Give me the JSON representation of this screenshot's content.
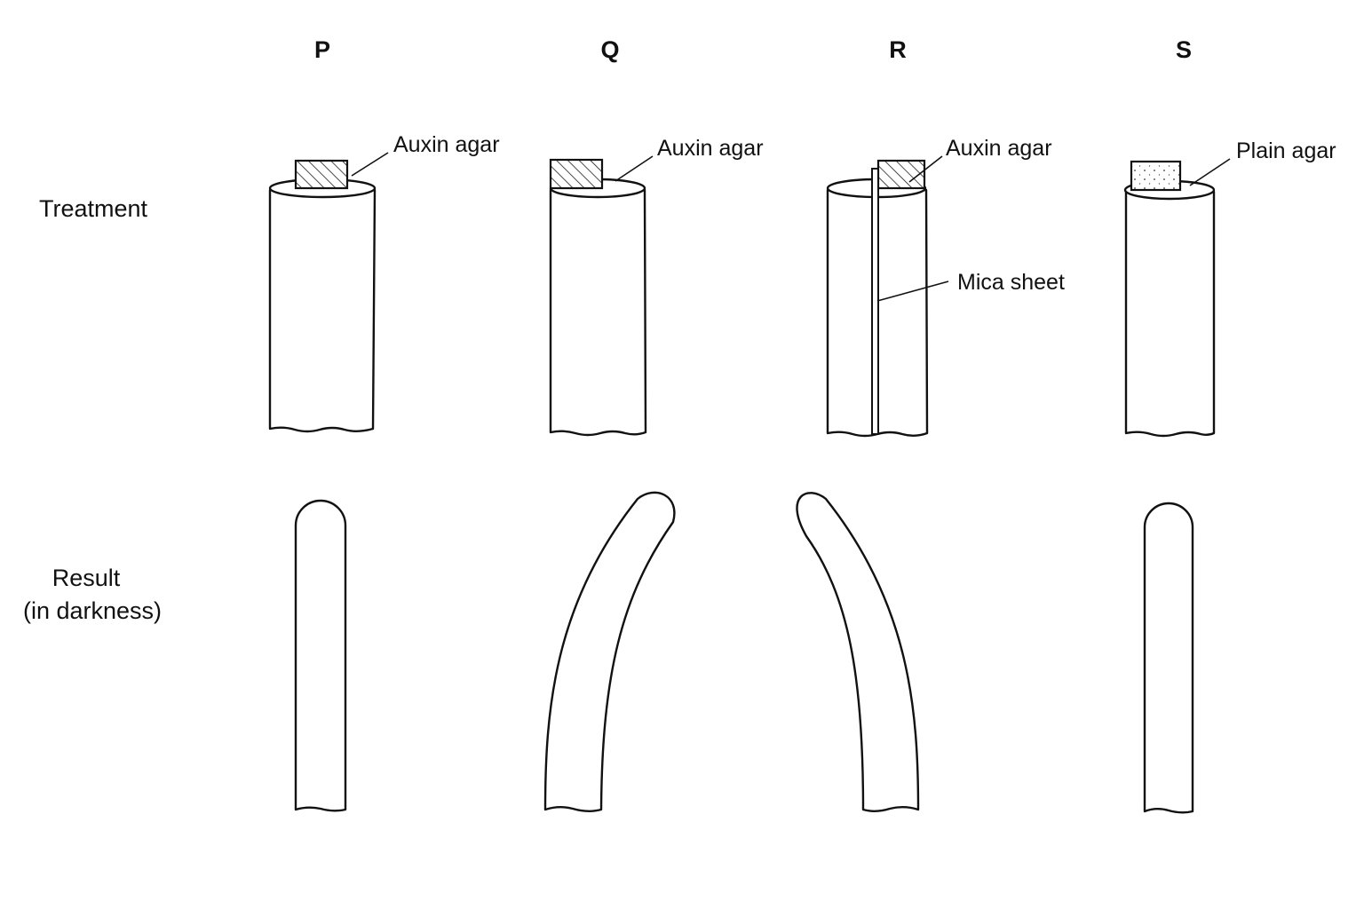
{
  "columns": {
    "p": "P",
    "q": "Q",
    "r": "R",
    "s": "S"
  },
  "rows": {
    "treatment": "Treatment",
    "result_line1": "Result",
    "result_line2": "(in darkness)"
  },
  "callouts": {
    "p_agar": "Auxin agar",
    "q_agar": "Auxin agar",
    "r_agar": "Auxin agar",
    "r_mica": "Mica sheet",
    "s_agar": "Plain agar"
  },
  "colors": {
    "line": "#111111",
    "background": "#ffffff"
  }
}
